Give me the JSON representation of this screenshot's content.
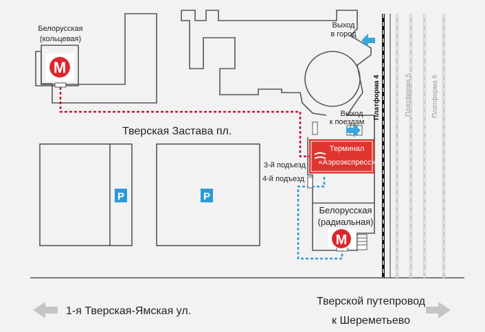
{
  "metro_koltsevaya": {
    "line1": "Белорусская",
    "line2": "(кольцевая)"
  },
  "metro_radialnaya": {
    "line1": "Белорусская",
    "line2": "(радиальная)"
  },
  "metro_symbol": "M",
  "exit_city": {
    "line1": "Выход",
    "line2": "в город"
  },
  "exit_trains": {
    "line1": "Выход",
    "line2": "к поездам"
  },
  "square_label": "Тверская Застава пл.",
  "terminal": {
    "line1": "Терминал",
    "line2": "«Аэроэкспресс»"
  },
  "entrance_3": "3-й подъезд",
  "entrance_4": "4-й подъезд",
  "platform_4": "Платформа 4",
  "platform_5": "Платформа 5",
  "platform_6": "Платформа 6",
  "parking_symbol": "P",
  "street_left": "1-я Тверская-Ямская ул.",
  "street_right_1": "Тверской путепровод",
  "street_right_2": "к Шереметьево",
  "colors": {
    "background": "#f2f2f2",
    "outline": "#555555",
    "metro_red": "#d9282f",
    "route_red": "#c8102e",
    "route_blue": "#2f9ad6",
    "terminal_red": "#e0342f",
    "parking_blue": "#2b9bd8",
    "exit_arrow": "#3aa7dc",
    "street_arrow": "#c4c4c4",
    "track_grey": "#cfcfcf"
  }
}
